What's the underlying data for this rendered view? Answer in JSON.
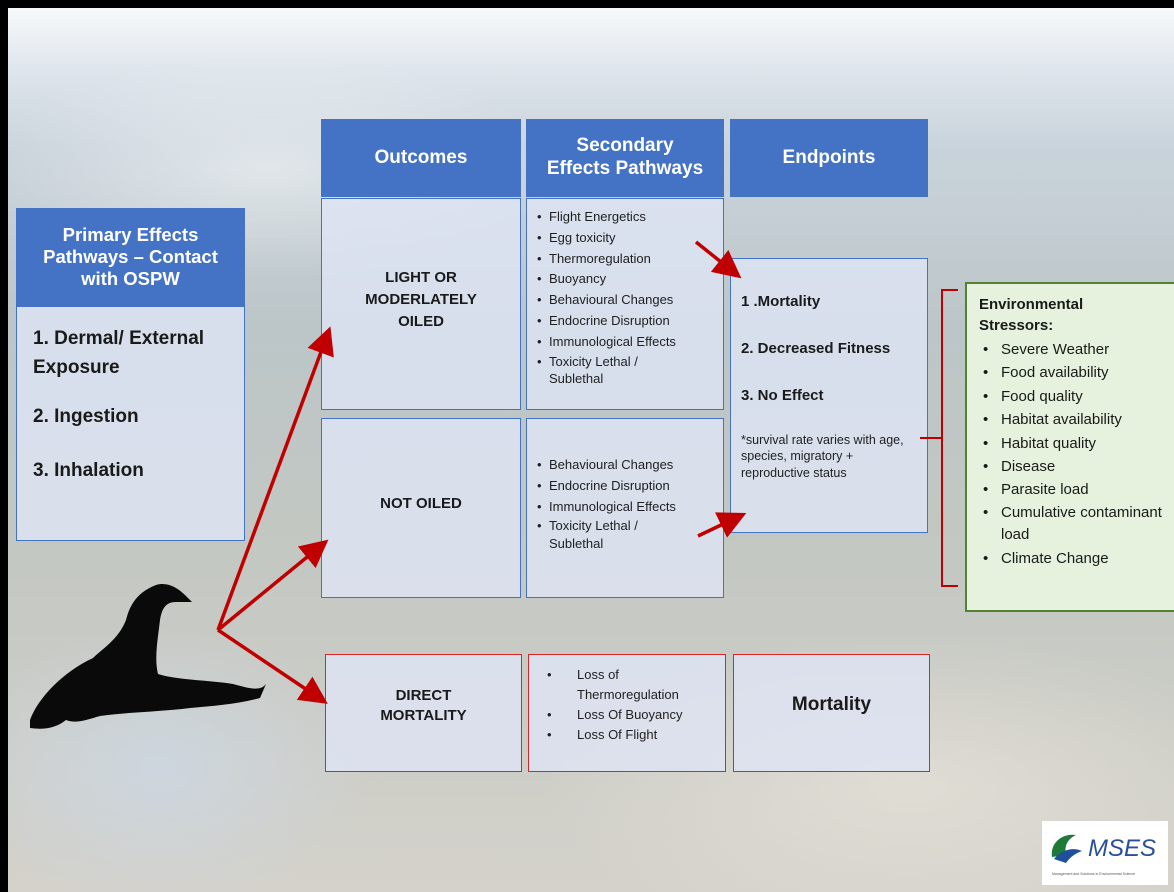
{
  "primary": {
    "header": "Primary Effects Pathways – Contact with OSPW",
    "items": [
      "1. Dermal/ External Exposure",
      "2. Ingestion",
      "3. Inhalation"
    ]
  },
  "headers": {
    "outcomes": "Outcomes",
    "secondary": "Secondary Effects Pathways",
    "endpoints": "Endpoints"
  },
  "outcomes": {
    "light": "LIGHT OR MODERLATELY OILED",
    "not_oiled": "NOT OILED",
    "direct": "DIRECT MORTALITY"
  },
  "secondary": {
    "light": [
      "Flight Energetics",
      "Egg toxicity",
      "Thermoregulation",
      "Buoyancy",
      "Behavioural Changes",
      "Endocrine Disruption",
      "Immunological Effects",
      "Toxicity Lethal / Sublethal"
    ],
    "not_oiled": [
      "Behavioural Changes",
      "Endocrine Disruption",
      "Immunological Effects",
      "Toxicity Lethal / Sublethal"
    ],
    "direct": [
      "Loss of Thermoregulation",
      "Loss Of Buoyancy",
      "Loss Of Flight"
    ]
  },
  "endpoints": {
    "items": [
      "1 .Mortality",
      "2. Decreased Fitness",
      "3. No Effect"
    ],
    "note": "*survival rate varies with age, species, migratory + reproductive status",
    "direct": "Mortality"
  },
  "environmental": {
    "title": "Environmental Stressors:",
    "items": [
      "Severe Weather",
      "Food availability",
      "Food quality",
      "Habitat availability",
      "Habitat quality",
      "Disease",
      "Parasite load",
      "Cumulative contaminant load",
      "Climate Change"
    ]
  },
  "logo": {
    "text": "MSES",
    "tagline": "Management and Solutions in Environmental Science"
  },
  "colors": {
    "header_blue": "#4472c4",
    "arrow_red": "#c00000",
    "env_green": "#548235"
  }
}
